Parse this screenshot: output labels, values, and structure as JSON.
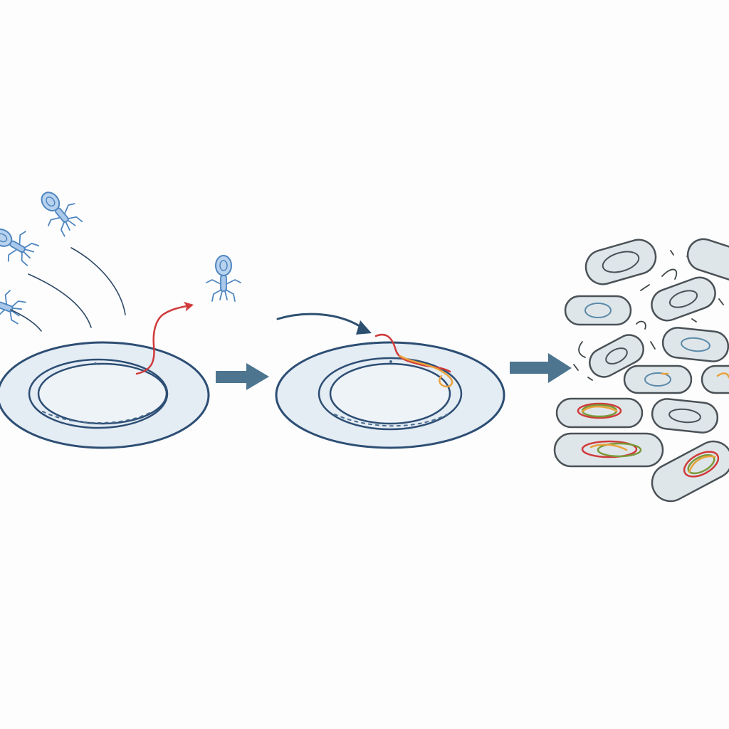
{
  "diagram": {
    "stages": [
      {
        "name": "phage-injection",
        "description_hidden": ""
      },
      {
        "name": "dna-integration"
      },
      {
        "name": "cell-replication"
      }
    ],
    "colors": {
      "phage_body": "#a9c8ea",
      "phage_outline": "#4f86c0",
      "cell_fill": "#e6edf4",
      "cell_outline": "#2d4e74",
      "arrow": "#4d7590",
      "injected_dna": "#d03a3a",
      "integrated_dna_orange": "#e9a23b",
      "daughter_cell_fill": "#dfe6ea",
      "daughter_cell_outline": "#4a5257",
      "recombinant_green": "#7a9a3a"
    },
    "icons": {
      "phage": "bacteriophage-icon",
      "process_arrow": "right-arrow-icon",
      "cell": "bacterial-cell-icon"
    }
  }
}
